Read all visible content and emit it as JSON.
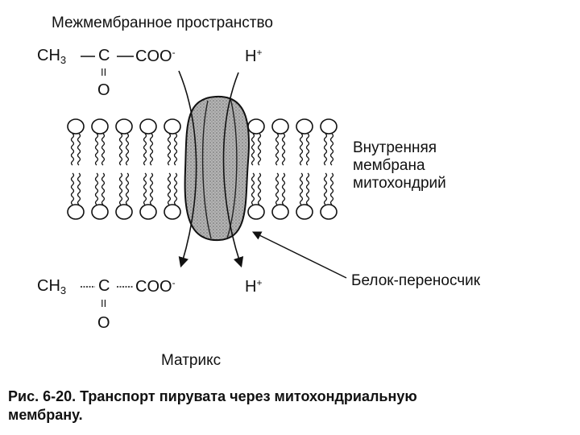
{
  "labels": {
    "intermembrane_space": "Межмембранное пространство",
    "inner_membrane_line1": "Внутренняя",
    "inner_membrane_line2": "мембрана",
    "inner_membrane_line3": "митохондрий",
    "carrier_protein": "Белок-переносчик",
    "matrix": "Матрикс"
  },
  "top_formula": {
    "ch": "CH",
    "sub3": "3",
    "c": "C",
    "coo": "COO",
    "charge": "-",
    "double_bond": "II",
    "o": "O",
    "h": "H",
    "h_charge": "+"
  },
  "bottom_formula": {
    "ch": "CH",
    "sub3": "3",
    "c": "C",
    "coo": "COO",
    "charge": "-",
    "double_bond": "II",
    "o": "O",
    "h": "H",
    "h_charge": "+"
  },
  "caption": {
    "line1": "Рис. 6-20. Транспорт пирувата через митохондриальную",
    "line2": "мембрану."
  },
  "colors": {
    "ink": "#111111",
    "protein_fill": "#a8a8a8"
  }
}
